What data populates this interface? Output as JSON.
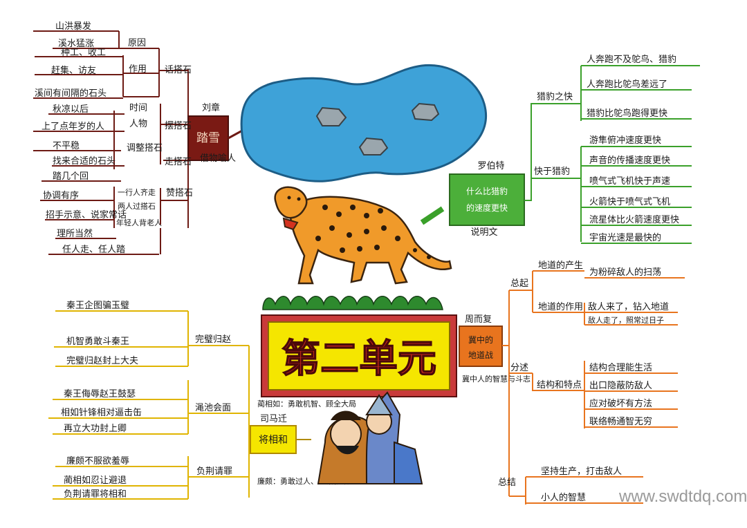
{
  "title": "第二单元",
  "watermark": "www.swdtdq.com",
  "colors": {
    "maroon": "#6d1a14",
    "green": "#3aa02a",
    "orange": "#e8741e",
    "gold": "#e0b400",
    "red": "#d42a1f",
    "lake": "#3ea2d8"
  },
  "left_top": {
    "center": "踏雪",
    "author": "刘章",
    "caption": "借物喻人",
    "branches": [
      {
        "label": "话搭石",
        "subs": [
          {
            "label": "原因",
            "leaves": [
              "山洪暴发",
              "溪水猛涨"
            ]
          },
          {
            "label": "作用",
            "leaves": [
              "种工、收工",
              "赶集、访友",
              "溪间有间隔的石头"
            ]
          }
        ]
      },
      {
        "label": "摆搭石",
        "subs": [
          {
            "label": "时间",
            "leaves": [
              "秋凉以后"
            ]
          },
          {
            "label": "人物",
            "leaves": [
              "上了点年岁的人"
            ]
          },
          {
            "label": "调整搭石",
            "leaves": [
              "不平稳",
              "找来合适的石头",
              "踏几个回"
            ]
          }
        ]
      },
      {
        "label": "走搭石",
        "subs": [
          {
            "label": "一行人齐走",
            "leaves": [
              "协调有序"
            ]
          },
          {
            "label": "两人过搭石",
            "leaves": [
              "招手示意、说家常话"
            ]
          },
          {
            "label": "年轻人背老人",
            "leaves": [
              "理所当然"
            ]
          }
        ]
      },
      {
        "label": "赞搭石",
        "subs": [
          {
            "label": "",
            "leaves": [
              "任人走、任人踏"
            ]
          }
        ]
      }
    ]
  },
  "right_top": {
    "center": "什么比猎豹的速度更快",
    "author": "罗伯特",
    "genre": "说明文",
    "branches": [
      {
        "label": "猎豹之快",
        "leaves": [
          "人奔跑不及鸵鸟、猎豹",
          "人奔跑比鸵鸟差远了",
          "猎豹比鸵鸟跑得更快"
        ]
      },
      {
        "label": "快于猎豹",
        "leaves": [
          "游隼俯冲速度更快",
          "声音的传播速度更快",
          "喷气式飞机快于声速",
          "火箭快于喷气式飞机",
          "流星体比火箭速度更快",
          "宇宙光速是最快的"
        ]
      }
    ]
  },
  "left_bottom": {
    "center": "将相和",
    "author_line": "司马迁",
    "note_lin": "蔺相如：勇敢机智、顾全大局",
    "note_lian": "廉颇：勇敢过人、知错就改",
    "branches": [
      {
        "label": "完璧归赵",
        "leaves": [
          "秦王企图骗玉璧",
          "机智勇敢斗秦王",
          "完璧归赵封上大夫"
        ]
      },
      {
        "label": "渑池会面",
        "leaves": [
          "秦王侮辱赵王鼓瑟",
          "相如针锋相对逼击缶",
          "再立大功封上卿"
        ]
      },
      {
        "label": "负荆请罪",
        "leaves": [
          "廉颇不服欲羞辱",
          "蔺相如忍让避退",
          "负荆请罪将相和"
        ]
      }
    ]
  },
  "right_bottom": {
    "center": "冀中的地道战",
    "author": "周而复",
    "caption": "冀中人的智慧与斗志",
    "branches": [
      {
        "label": "总起",
        "subs": [
          {
            "label": "地道的产生",
            "leaves": [
              "为粉碎敌人的扫荡"
            ]
          },
          {
            "label": "地道的作用",
            "leaves": [
              "敌人来了，钻入地道",
              "敌人走了，照常过日子"
            ]
          }
        ]
      },
      {
        "label": "分述",
        "subs": [
          {
            "label": "结构和特点",
            "leaves": [
              "结构合理能生活",
              "出口隐蔽防敌人",
              "应对破坏有方法",
              "联络畅通智无穷"
            ]
          }
        ]
      },
      {
        "label": "总结",
        "subs": [
          {
            "label": "",
            "leaves": [
              "坚持生产，打击敌人",
              "小人的智慧"
            ]
          }
        ]
      }
    ]
  },
  "icons": [
    "lake-illustration",
    "cheetah-illustration",
    "grass-illustration",
    "generals-illustration",
    "arrow-icon"
  ]
}
